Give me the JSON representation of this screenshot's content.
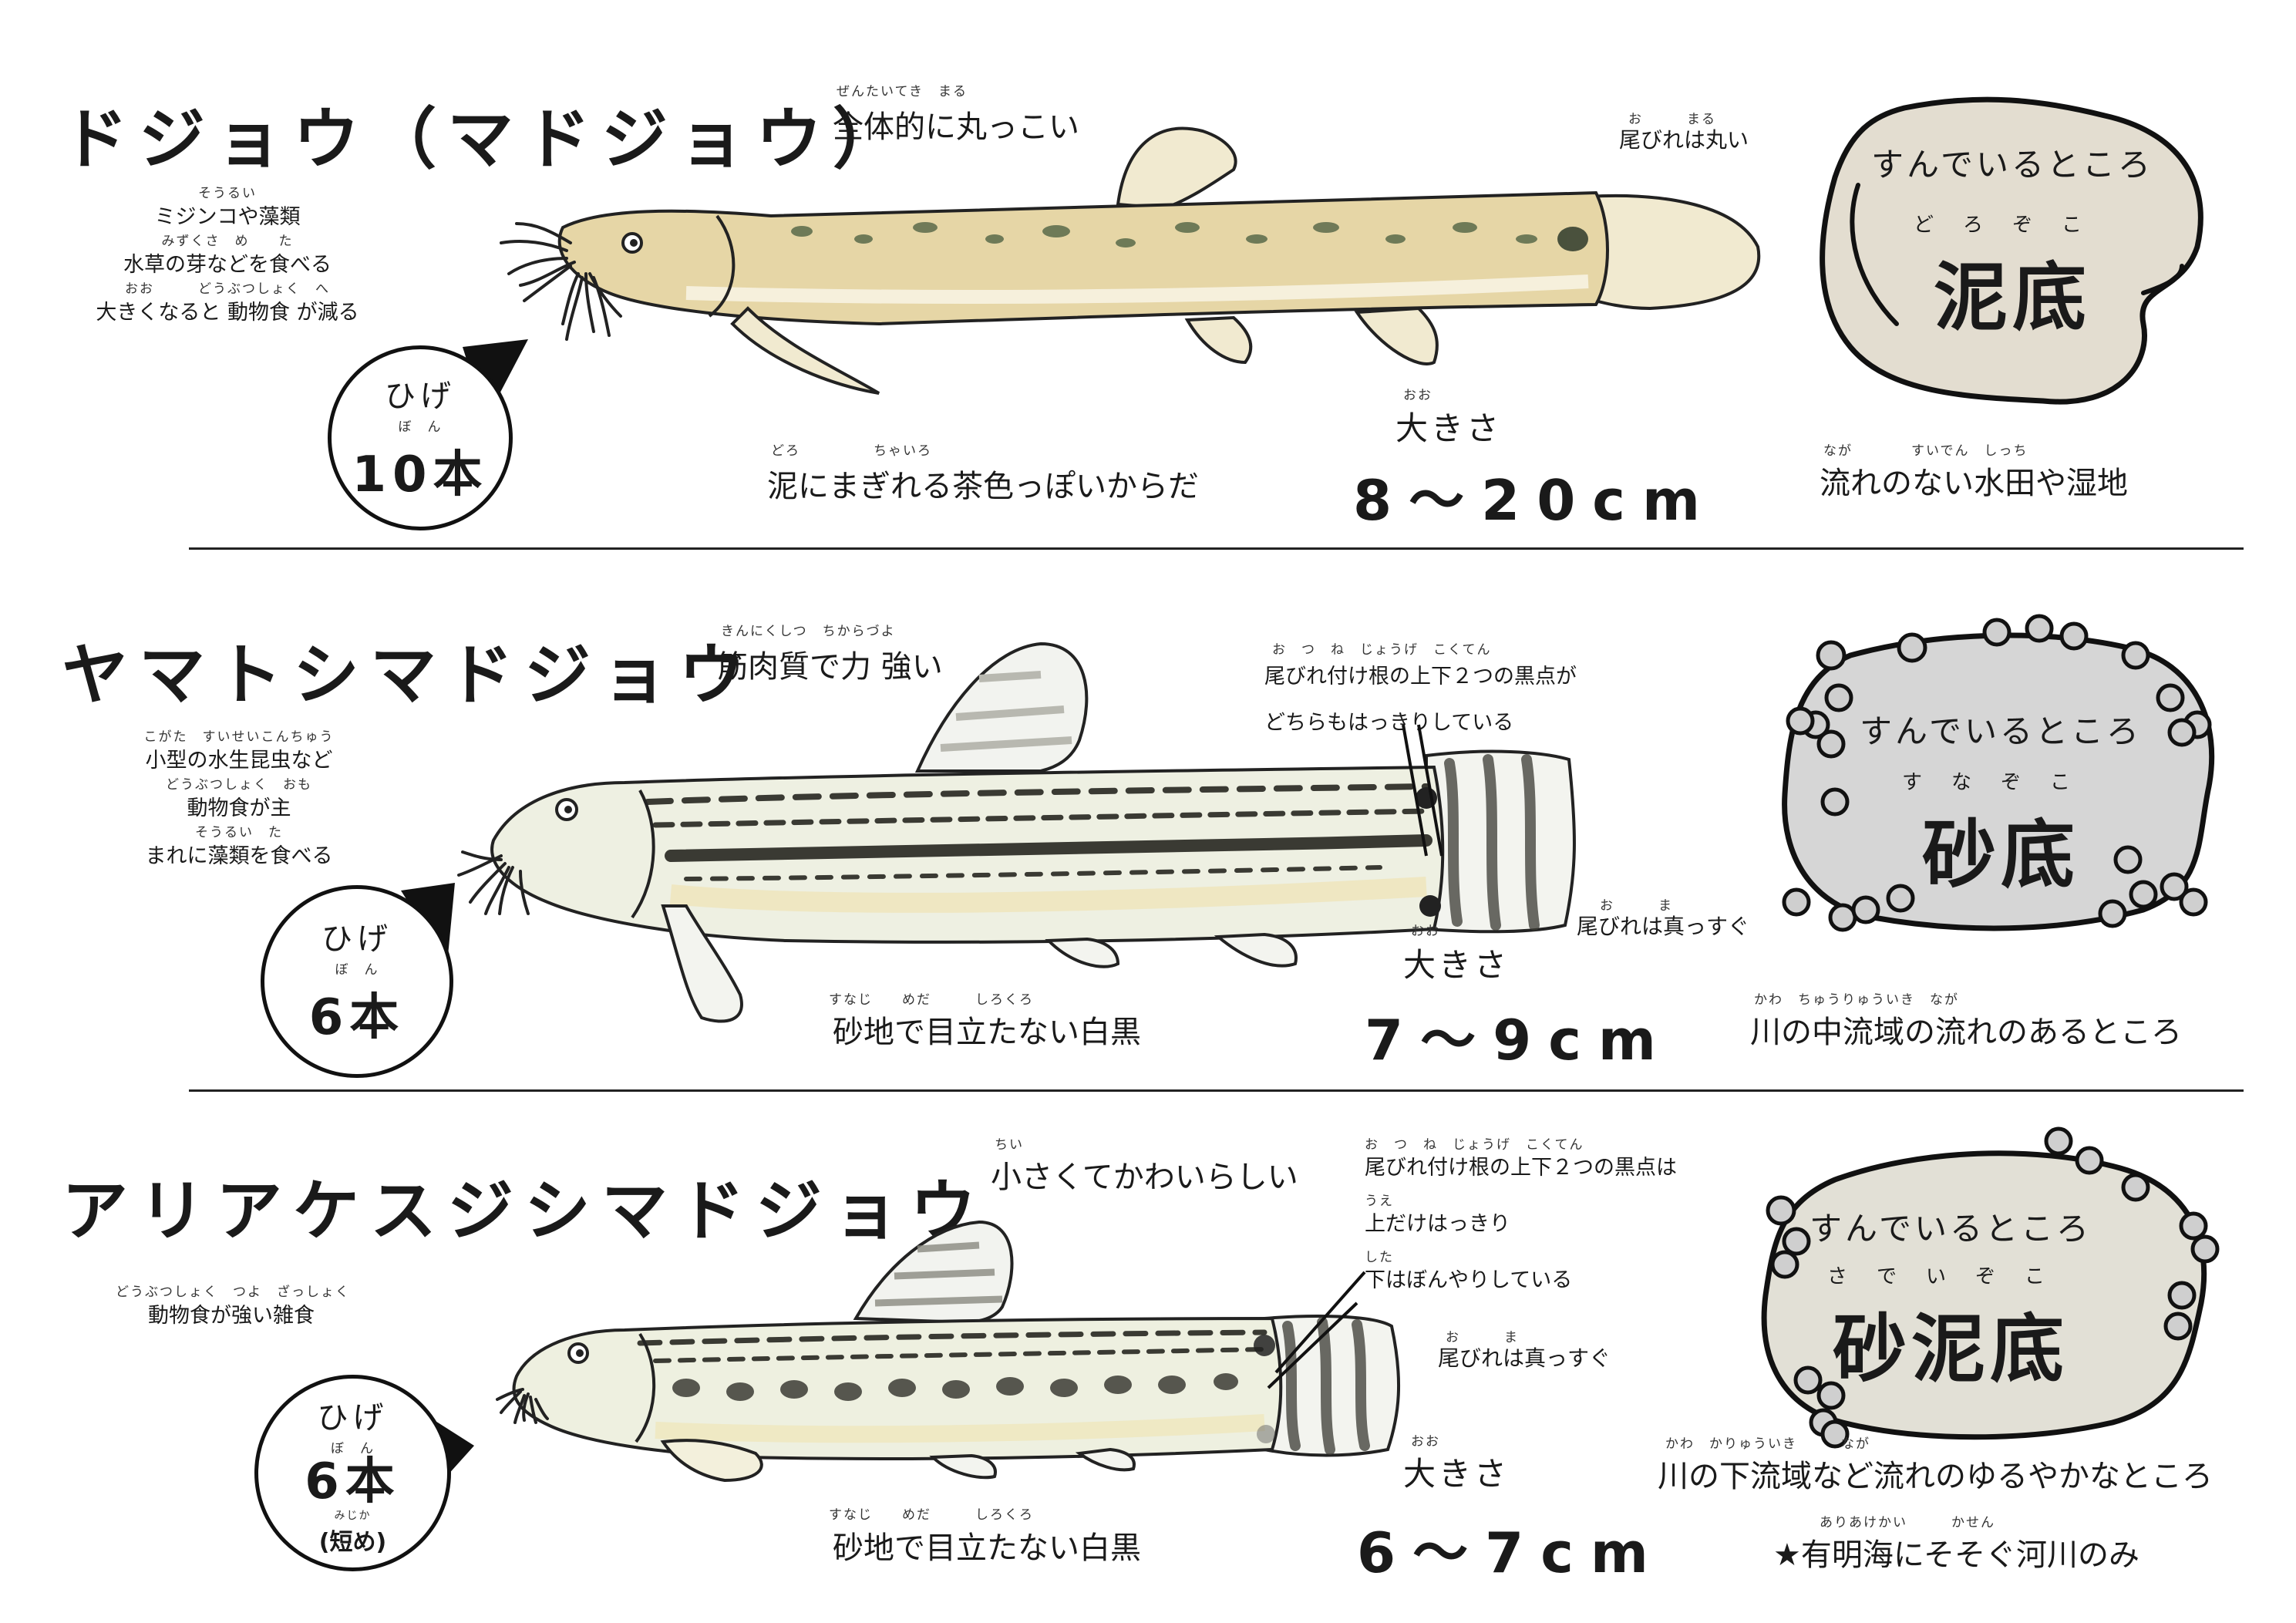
{
  "fish": [
    {
      "name": "ドジョウ（マドジョウ）",
      "body_note": "全体的に丸っこい",
      "body_note_ruby": "ぜんたいてき　まる",
      "tail_note": "尾びれは丸い",
      "tail_note_ruby": "お　　　まる",
      "diet": [
        "ミジンコや藻類",
        "水草の芽などを食べる",
        "大きくなると 動物食 が減る"
      ],
      "diet_ruby": [
        "そうるい",
        "みずくさ　め　　た",
        "おお　　　どうぶつしょく　へ"
      ],
      "barbel_label": "ひげ",
      "barbel_ruby": "ぼ　ん",
      "barbel_count": "10本",
      "color_note": "泥にまぎれる茶色っぽいからだ",
      "color_note_ruby": "どろ　　　　　ちゃいろ",
      "size_label": "大きさ",
      "size_ruby": "おお",
      "size_value": "8〜20cm",
      "habitat_label": "すんでいるところ",
      "habitat_ruby": "どろぞこ",
      "habitat_name": "泥底",
      "habitat_desc": "流れのない水田や湿地",
      "habitat_desc_ruby": "なが　　　　すいでん　しっち"
    },
    {
      "name": "ヤマトシマドジョウ",
      "body_note": "筋肉質で力 強い",
      "body_note_ruby": "きんにくしつ　ちからづよ",
      "spot_note": [
        "尾びれ付け根の上下２つの黒点が",
        "どちらもはっきりしている"
      ],
      "spot_note_ruby": "お　つ　ね　じょうげ　こくてん",
      "tail_note": "尾びれは真っすぐ",
      "tail_note_ruby": "お　　　ま",
      "diet": [
        "小型の水生昆虫など",
        "動物食が主",
        "まれに藻類を食べる"
      ],
      "diet_ruby": [
        "こがた　すいせいこんちゅう",
        "どうぶつしょく　おも",
        "そうるい　た"
      ],
      "barbel_label": "ひげ",
      "barbel_ruby": "ぼ　ん",
      "barbel_count": "6本",
      "color_note": "砂地で目立たない白黒",
      "color_note_ruby": "すなじ　　めだ　　　しろくろ",
      "size_label": "大きさ",
      "size_ruby": "おお",
      "size_value": "7〜9cm",
      "habitat_label": "すんでいるところ",
      "habitat_ruby": "すなぞこ",
      "habitat_name": "砂底",
      "habitat_desc": "川の中流域の流れのあるところ",
      "habitat_desc_ruby": "かわ　ちゅうりゅういき　なが"
    },
    {
      "name": "アリアケスジシマドジョウ",
      "body_note": "小さくてかわいらしい",
      "body_note_ruby": "ちい",
      "spot_note": [
        "尾びれ付け根の上下２つの黒点は",
        "上だけはっきり",
        "下はぼんやりしている"
      ],
      "spot_note_ruby": [
        "お　つ　ね　じょうげ　こくてん",
        "うえ",
        "した"
      ],
      "tail_note": "尾びれは真っすぐ",
      "tail_note_ruby": "お　　　ま",
      "diet": [
        "動物食が強い雑食"
      ],
      "diet_ruby": [
        "どうぶつしょく　つよ　ざっしょく"
      ],
      "barbel_label": "ひげ",
      "barbel_ruby": "ぼ　ん",
      "barbel_count": "6本",
      "barbel_short": "(短め)",
      "barbel_short_ruby": "みじか",
      "color_note": "砂地で目立たない白黒",
      "color_note_ruby": "すなじ　　めだ　　　しろくろ",
      "size_label": "大きさ",
      "size_ruby": "おお",
      "size_value": "6〜7cm",
      "habitat_label": "すんでいるところ",
      "habitat_ruby": "さでいぞこ",
      "habitat_name": "砂泥底",
      "habitat_desc": "川の下流域など流れのゆるやかなところ",
      "habitat_desc_ruby": "かわ　かりゅういき　　　なが",
      "habitat_note": "★有明海にそそぐ河川のみ",
      "habitat_note_ruby": "ありあけかい　　　かせん"
    }
  ],
  "colors": {
    "mud_bubble": "#e3ddd0",
    "sand_bubble": "#d6d6d6",
    "sandmud_bubble": "#e2e0d6",
    "fish1_body": "#e6d6a6",
    "fish2_body": "#eef0e2",
    "fish3_body": "#eef0e0"
  }
}
